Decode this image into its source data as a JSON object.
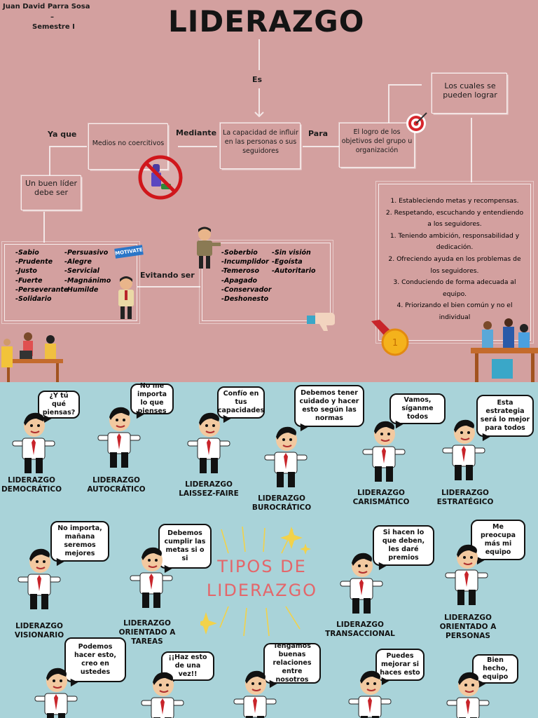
{
  "author": {
    "name": "Juan David Parra Sosa",
    "dash": "–",
    "semester": "Semestre I"
  },
  "title": "LIDERAZGO",
  "connectors": {
    "es": "Es",
    "mediante": "Mediante",
    "para": "Para",
    "ya_que": "Ya que",
    "evitando": "Evitando ser"
  },
  "nodes": {
    "capacidad": "La capacidad de influir en las personas o sus seguidores",
    "medios": "Medios no coercitivos",
    "logro": "El logro de los objetivos del grupo u organización",
    "cuales": "Los cuales se pueden lograr",
    "buen_lider": "Un buen líder debe ser",
    "motivate": "MOTIVATE"
  },
  "steps": [
    "1. Estableciendo metas y recompensas.",
    "2. Respetando, escuchando y entendiendo a los seguidores.",
    "1. Teniendo ambición, responsabilidad y dedicación.",
    "2. Ofreciendo ayuda en los problemas de los seguidores.",
    "3. Conduciendo de forma adecuada al equipo.",
    "4. Priorizando el bien común y no el individual"
  ],
  "virtues_left": [
    "-Sabio",
    "-Prudente",
    "-Justo",
    "-Fuerte",
    "-Perseverante",
    "-Solidario"
  ],
  "virtues_right": [
    "-Persuasivo",
    "-Alegre",
    "-Servicial",
    "-Magnánimo",
    "-Humilde"
  ],
  "avoid_left": [
    "-Soberbio",
    "-Incumplidor",
    "-Temeroso",
    "-Apagado",
    "-Conservador",
    "-Deshonesto"
  ],
  "avoid_right": [
    "-Sin visión",
    "-Egoísta",
    "-Autoritario"
  ],
  "tipos_title": [
    "TIPOS DE",
    "LIDERAZGO"
  ],
  "types": [
    {
      "bubble": "¿Y tú qué piensas?",
      "label": "LIDERAZGO DEMOCRÁTICO"
    },
    {
      "bubble": "No me importa lo que pienses",
      "label": "LIDERAZGO AUTOCRÁTICO"
    },
    {
      "bubble": "Confío en tus capacidades",
      "label": "LIDERAZGO LAISSEZ-FAIRE"
    },
    {
      "bubble": "Debemos tener cuidado y hacer esto según las normas",
      "label": "LIDERAZGO BUROCRÁTICO"
    },
    {
      "bubble": "Vamos, síganme todos",
      "label": "LIDERAZGO CARISMÁTICO"
    },
    {
      "bubble": "Esta estrategia será lo mejor para todos",
      "label": "LIDERAZGO ESTRATÉGICO"
    },
    {
      "bubble": "No importa, mañana seremos mejores",
      "label": "LIDERAZGO VISIONARIO"
    },
    {
      "bubble": "Debemos cumplir las metas si o si",
      "label": "LIDERAZGO ORIENTADO A TAREAS"
    },
    {
      "bubble": "Si hacen lo que deben, les daré premios",
      "label": "LIDERAZGO TRANSACCIONAL"
    },
    {
      "bubble": "Me preocupa más mi equipo",
      "label": "LIDERAZGO ORIENTADO A PERSONAS"
    },
    {
      "bubble": "Podemos hacer esto, creo en ustedes",
      "label": ""
    },
    {
      "bubble": "¡¡Haz esto de una vez!!",
      "label": ""
    },
    {
      "bubble": "Tengamos buenas relaciones entre nosotros",
      "label": ""
    },
    {
      "bubble": "Puedes mejorar si haces esto",
      "label": ""
    },
    {
      "bubble": "Bien hecho, equipo",
      "label": ""
    }
  ],
  "colors": {
    "top_bg": "#d3a09f",
    "bottom_bg": "#a9d3d9",
    "accent": "#e4666a"
  }
}
